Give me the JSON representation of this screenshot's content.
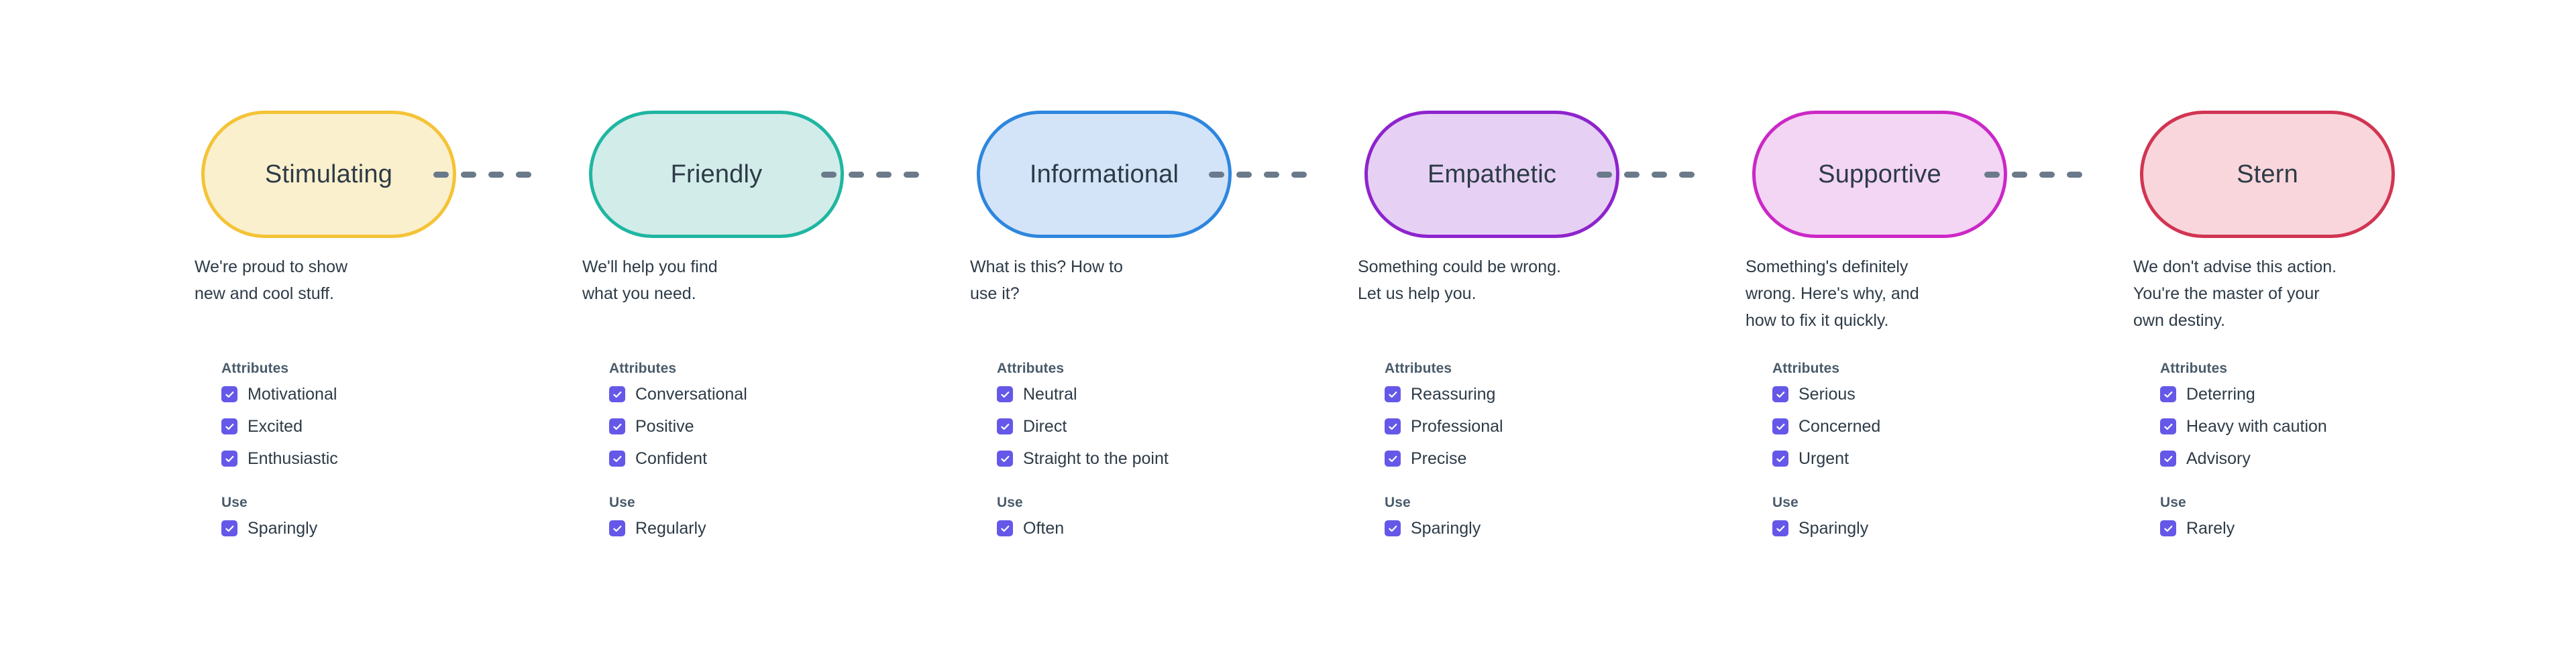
{
  "layout": {
    "column_left_positions": [
      240,
      818,
      1396,
      1974,
      2552,
      3130
    ],
    "column_pitch": 578,
    "connector_dash_count": 4
  },
  "palette": {
    "text": "#2d3b47",
    "heading": "#4a5b6b",
    "checkbox": "#6558e8",
    "connector_dash": "#6b7a8a",
    "background": "#ffffff"
  },
  "groups": {
    "attributes_heading": "Attributes",
    "use_heading": "Use"
  },
  "columns": [
    {
      "id": "stimulating",
      "pill_label": "Stimulating",
      "border_color": "#f4c337",
      "fill_color": "#fbf0cd",
      "description": "We're proud to show\nnew and cool stuff.",
      "attributes": [
        "Motivational",
        "Excited",
        "Enthusiastic"
      ],
      "use": [
        "Sparingly"
      ]
    },
    {
      "id": "friendly",
      "pill_label": "Friendly",
      "border_color": "#1fb6a1",
      "fill_color": "#d2ece9",
      "description": "We'll help you find\nwhat you need.",
      "attributes": [
        "Conversational",
        "Positive",
        "Confident"
      ],
      "use": [
        "Regularly"
      ]
    },
    {
      "id": "informational",
      "pill_label": "Informational",
      "border_color": "#2e86de",
      "fill_color": "#d3e4f8",
      "description": "What is this? How to\nuse it?",
      "attributes": [
        "Neutral",
        "Direct",
        "Straight to the point"
      ],
      "use": [
        "Often"
      ]
    },
    {
      "id": "empathetic",
      "pill_label": "Empathetic",
      "border_color": "#8e24cd",
      "fill_color": "#e6d1f4",
      "description": "Something could be wrong.\nLet us help you.",
      "attributes": [
        "Reassuring",
        "Professional",
        "Precise"
      ],
      "use": [
        "Sparingly"
      ]
    },
    {
      "id": "supportive",
      "pill_label": "Supportive",
      "border_color": "#cb28c6",
      "fill_color": "#f3d5f4",
      "description": "Something's definitely\nwrong. Here's why, and\nhow to fix it quickly.",
      "attributes": [
        "Serious",
        "Concerned",
        "Urgent"
      ],
      "use": [
        "Sparingly"
      ]
    },
    {
      "id": "stern",
      "pill_label": "Stern",
      "border_color": "#d13552",
      "fill_color": "#f8d6dc",
      "description": "We don't advise this action.\nYou're the master of your\nown destiny.",
      "attributes": [
        "Deterring",
        "Heavy with caution",
        "Advisory"
      ],
      "use": [
        "Rarely"
      ]
    }
  ]
}
